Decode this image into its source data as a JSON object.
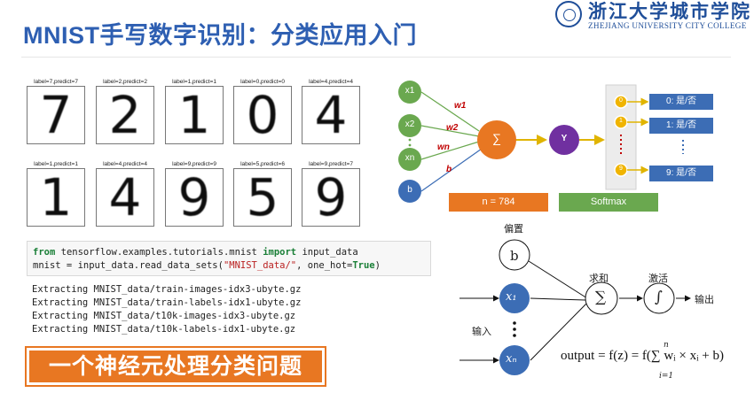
{
  "slide": {
    "title": "MNIST手写数字识别：分类应用入门",
    "banner": "一个神经元处理分类问题"
  },
  "logo": {
    "name_cn": "浙江大学城市学院",
    "name_en": "ZHEJIANG UNIVERSITY CITY COLLEGE",
    "icon": "university-seal-icon"
  },
  "mnist_samples": [
    {
      "caption": "label=7,predict=7",
      "digit": "7"
    },
    {
      "caption": "label=2,predict=2",
      "digit": "2"
    },
    {
      "caption": "label=1,predict=1",
      "digit": "1"
    },
    {
      "caption": "label=0,predict=0",
      "digit": "0"
    },
    {
      "caption": "label=4,predict=4",
      "digit": "4"
    },
    {
      "caption": "label=1,predict=1",
      "digit": "1"
    },
    {
      "caption": "label=4,predict=4",
      "digit": "4"
    },
    {
      "caption": "label=9,predict=9",
      "digit": "9"
    },
    {
      "caption": "label=5,predict=6",
      "digit": "5"
    },
    {
      "caption": "label=9,predict=7",
      "digit": "9"
    }
  ],
  "code": {
    "line1": {
      "kw1": "from",
      "mid": " tensorflow.examples.tutorials.mnist ",
      "kw2": "import",
      "rest": " input_data"
    },
    "line2": {
      "pre": "mnist = input_data.read_data_sets(",
      "str": "\"MNIST_data/\"",
      "mid": ", one_hot=",
      "kw": "True",
      "post": ")"
    },
    "output": [
      "Extracting MNIST_data/train-images-idx3-ubyte.gz",
      "Extracting MNIST_data/train-labels-idx1-ubyte.gz",
      "Extracting MNIST_data/t10k-images-idx3-ubyte.gz",
      "Extracting MNIST_data/t10k-labels-idx1-ubyte.gz"
    ]
  },
  "network_top": {
    "inputs": [
      "x1",
      "x2",
      "xn"
    ],
    "bias": "b",
    "weights": [
      "w1",
      "w2",
      "wn",
      "b"
    ],
    "sum": "∑",
    "y": "Y",
    "softmax_nodes": [
      "0",
      "1",
      "9"
    ],
    "n_label": "n = 784",
    "softmax_label": "Softmax",
    "outputs": [
      "0: 是/否",
      "1: 是/否",
      "9: 是/否"
    ],
    "colors": {
      "input": "#6aa84f",
      "bias": "#3c6db5",
      "sum": "#e87722",
      "y": "#7030a0",
      "softmax": "#f0b400"
    }
  },
  "network_bottom": {
    "bias_label": "偏置",
    "bias_node": "b",
    "input_label": "输入",
    "x1": "x₁",
    "xn": "xₙ",
    "sum_label": "求和",
    "sum_node": "∑",
    "act_label": "激活",
    "act_node": "∫",
    "output_label": "输出",
    "formula": "output = f(z) = f(∑ wᵢ × xᵢ + b)",
    "sum_top": "n",
    "sum_bottom": "i=1"
  }
}
